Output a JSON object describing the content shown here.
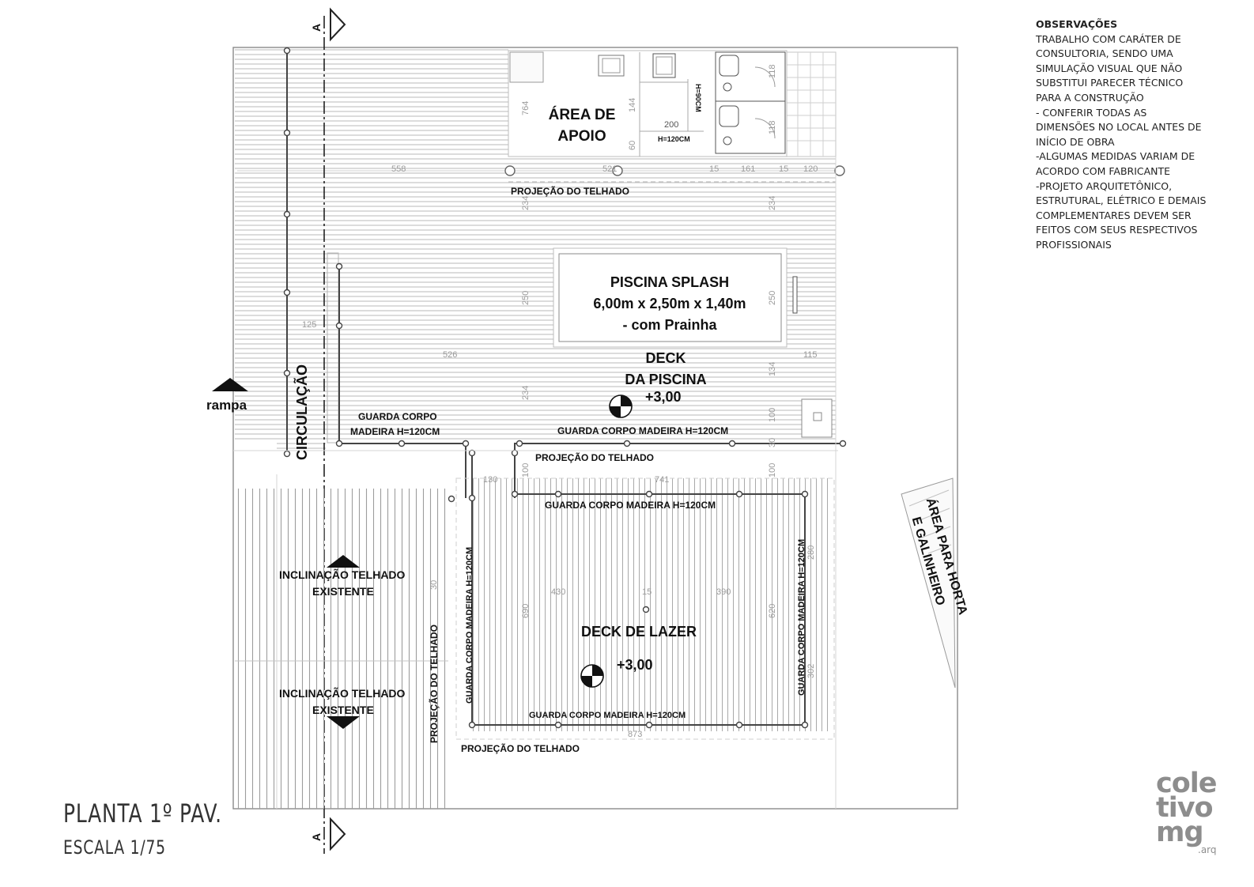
{
  "notes": {
    "title": "OBSERVAÇÕES",
    "lines": [
      "TRABALHO COM CARÁTER DE",
      "CONSULTORIA, SENDO UMA",
      "SIMULAÇÃO VISUAL QUE NÃO",
      "SUBSTITUI PARECER TÉCNICO",
      "PARA A CONSTRUÇÃO",
      "- CONFERIR TODAS AS",
      "DIMENSÕES NO LOCAL ANTES DE",
      "INÍCIO DE OBRA",
      "-ALGUMAS MEDIDAS VARIAM DE",
      "ACORDO COM FABRICANTE",
      "-PROJETO ARQUITETÔNICO,",
      "ESTRUTURAL, ELÉTRICO E DEMAIS",
      "COMPLEMENTARES DEVEM SER",
      "FEITOS COM SEUS RESPECTIVOS",
      "PROFISSIONAIS"
    ]
  },
  "plan": {
    "title": "PLANTA 1º PAV.",
    "scale": "ESCALA 1/75",
    "section_marker": "A"
  },
  "rooms": {
    "apoio_line1": "ÁREA DE",
    "apoio_line2": "APOIO",
    "pool_line1": "PISCINA SPLASH",
    "pool_line2": "6,00m x 2,50m x 1,40m",
    "pool_line3": "- com Prainha",
    "deck_pool_line1": "DECK",
    "deck_pool_line2": "DA PISCINA",
    "deck_pool_level": "+3,00",
    "deck_lazer": "DECK DE LAZER",
    "deck_lazer_level": "+3,00",
    "circulacao": "CIRCULAÇÃO",
    "rampa": "rampa",
    "horta_line1": "ÁREA PARA HORTA",
    "horta_line2": "E GALINHEIRO"
  },
  "labels": {
    "projecao_telhado": "PROJEÇÃO DO TELHADO",
    "guarda_corpo_l1": "GUARDA CORPO",
    "guarda_corpo_l2": "MADEIRA H=120CM",
    "guarda_corpo_madeira": "GUARDA CORPO MADEIRA H=120CM",
    "inclinacao_l1": "INCLINAÇÃO TELHADO",
    "inclinacao_l2": "EXISTENTE",
    "h120": "H=120CM",
    "h90": "H=90CM"
  },
  "dimensions": {
    "d764": "764",
    "d144": "144",
    "d200": "200",
    "d558": "558",
    "d521": "521",
    "d161": "161",
    "d120": "120",
    "d15": "15",
    "d234": "234",
    "d250": "250",
    "d125": "125",
    "d526": "526",
    "d115": "115",
    "d134": "134",
    "d100": "100",
    "d30": "30",
    "d741": "741",
    "d130": "130",
    "d430": "430",
    "d390": "390",
    "d690": "690",
    "d620": "620",
    "d280": "280",
    "d302": "302",
    "d873": "873",
    "d118": "118",
    "d60": "60"
  },
  "logo": {
    "l1": "cole",
    "l2": "tivo",
    "l3": "mg",
    "l4": ".arq"
  },
  "colors": {
    "line_dark": "#3a3a3a",
    "line_light": "#c9c9c9",
    "hatch": "#b5b5b5",
    "paper": "#ffffff"
  }
}
